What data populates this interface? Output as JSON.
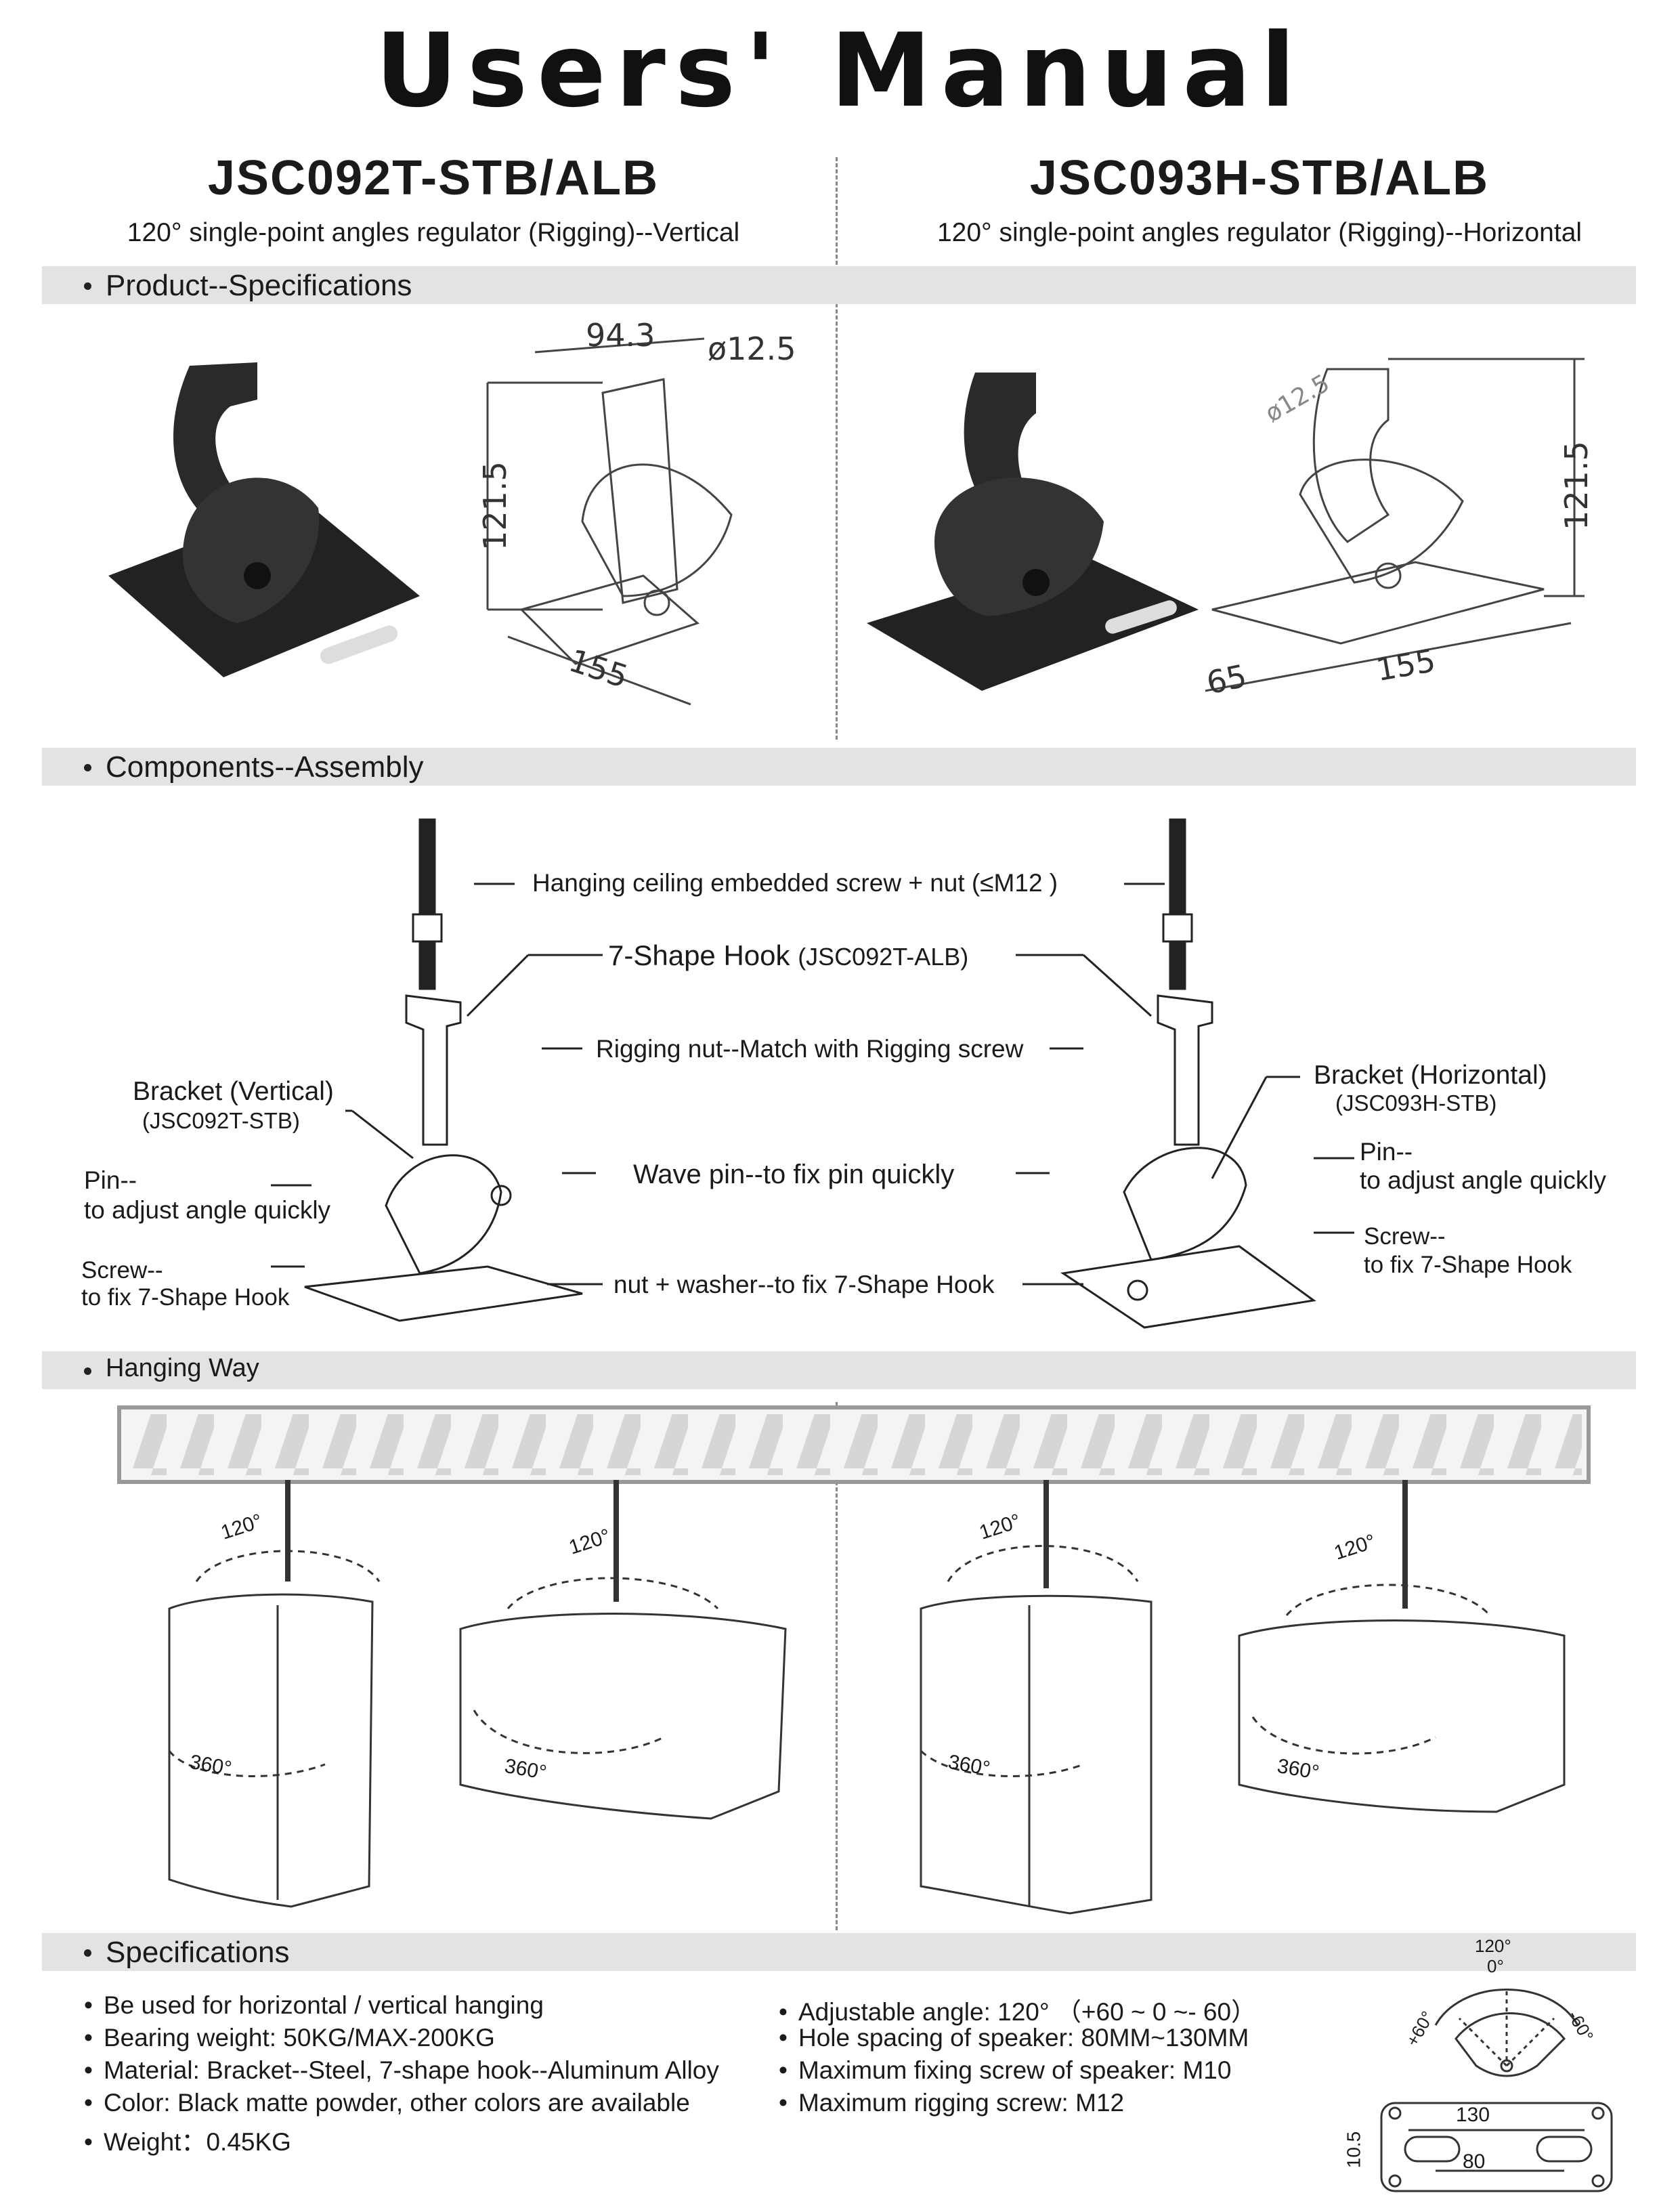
{
  "title": "Users' Manual",
  "left_model": {
    "name": "JSC092T-STB/ALB",
    "subtitle": "120°   single-point angles regulator (Rigging)--Vertical"
  },
  "right_model": {
    "name": "JSC093H-STB/ALB",
    "subtitle": "120°   single-point angles regulator (Rigging)--Horizontal"
  },
  "sections": {
    "product": "Product--Specifications",
    "components": "Components--Assembly",
    "hanging": "Hanging Way",
    "specs": "Specifications"
  },
  "dimensions_left": {
    "width_top": "94.3",
    "hole": "ø12.5",
    "height": "121.5",
    "length": "155"
  },
  "dimensions_right": {
    "hole": "ø12.5",
    "height": "121.5",
    "depth": "65",
    "length": "155"
  },
  "assembly": {
    "screw": "Hanging ceiling embedded screw + nut (≤M12 )",
    "hook": "7-Shape Hook",
    "hook_code": "(JSC092T-ALB)",
    "rigging_nut": "Rigging nut--Match with Rigging screw",
    "bracket_v": "Bracket (Vertical)",
    "bracket_v_code": "(JSC092T-STB)",
    "bracket_h": "Bracket (Horizontal)",
    "bracket_h_code": "(JSC093H-STB)",
    "pin_l1": "Pin--",
    "pin_l2": "to adjust angle quickly",
    "wave_pin": "Wave pin--to fix pin quickly",
    "screw_l1": "Screw--",
    "screw_l2": "to fix 7-Shape Hook",
    "nut_washer": "nut + washer--to fix 7-Shape Hook"
  },
  "hanging": {
    "angle": "120°",
    "rotate": "360°"
  },
  "specs_left": [
    "Be used for  horizontal / vertical hanging",
    "Bearing weight: 50KG/MAX-200KG",
    "Material: Bracket--Steel, 7-shape hook--Aluminum Alloy",
    "Color: Black matte powder, other colors are available",
    "Weight：0.45KG"
  ],
  "specs_right": [
    "Adjustable angle: 120°    （+60 ~ 0 ~- 60）",
    "Hole spacing of speaker: 80MM~130MM",
    "Maximum fixing screw of speaker: M10",
    "Maximum rigging screw: M12"
  ],
  "angle_diagram": {
    "total": "120°",
    "zero": "0°",
    "plus": "+60°",
    "minus": "-60°"
  },
  "plate_diagram": {
    "outer": "130",
    "inner": "80",
    "height": "10.5"
  }
}
